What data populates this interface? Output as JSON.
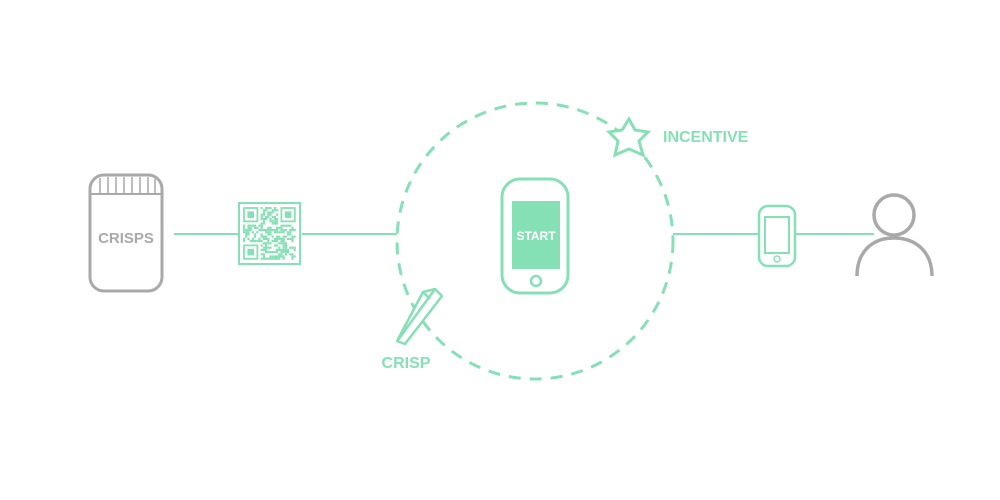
{
  "colors": {
    "accent": "#86E0B5",
    "neutral": "#A9A9A9",
    "background": "#FFFFFF"
  },
  "nodes": {
    "jar": {
      "label": "CRISPS",
      "icon": "crisps-jar-icon"
    },
    "qr": {
      "icon": "qr-code-icon"
    },
    "incentive": {
      "label": "INCENTIVE",
      "icon": "star-icon"
    },
    "crisp": {
      "label": "CRISP",
      "icon": "crisp-stick-icon"
    },
    "phone": {
      "button_label": "START",
      "icon": "smartphone-icon"
    },
    "small_phone": {
      "icon": "mobile-phone-icon"
    },
    "user": {
      "icon": "user-icon"
    }
  }
}
